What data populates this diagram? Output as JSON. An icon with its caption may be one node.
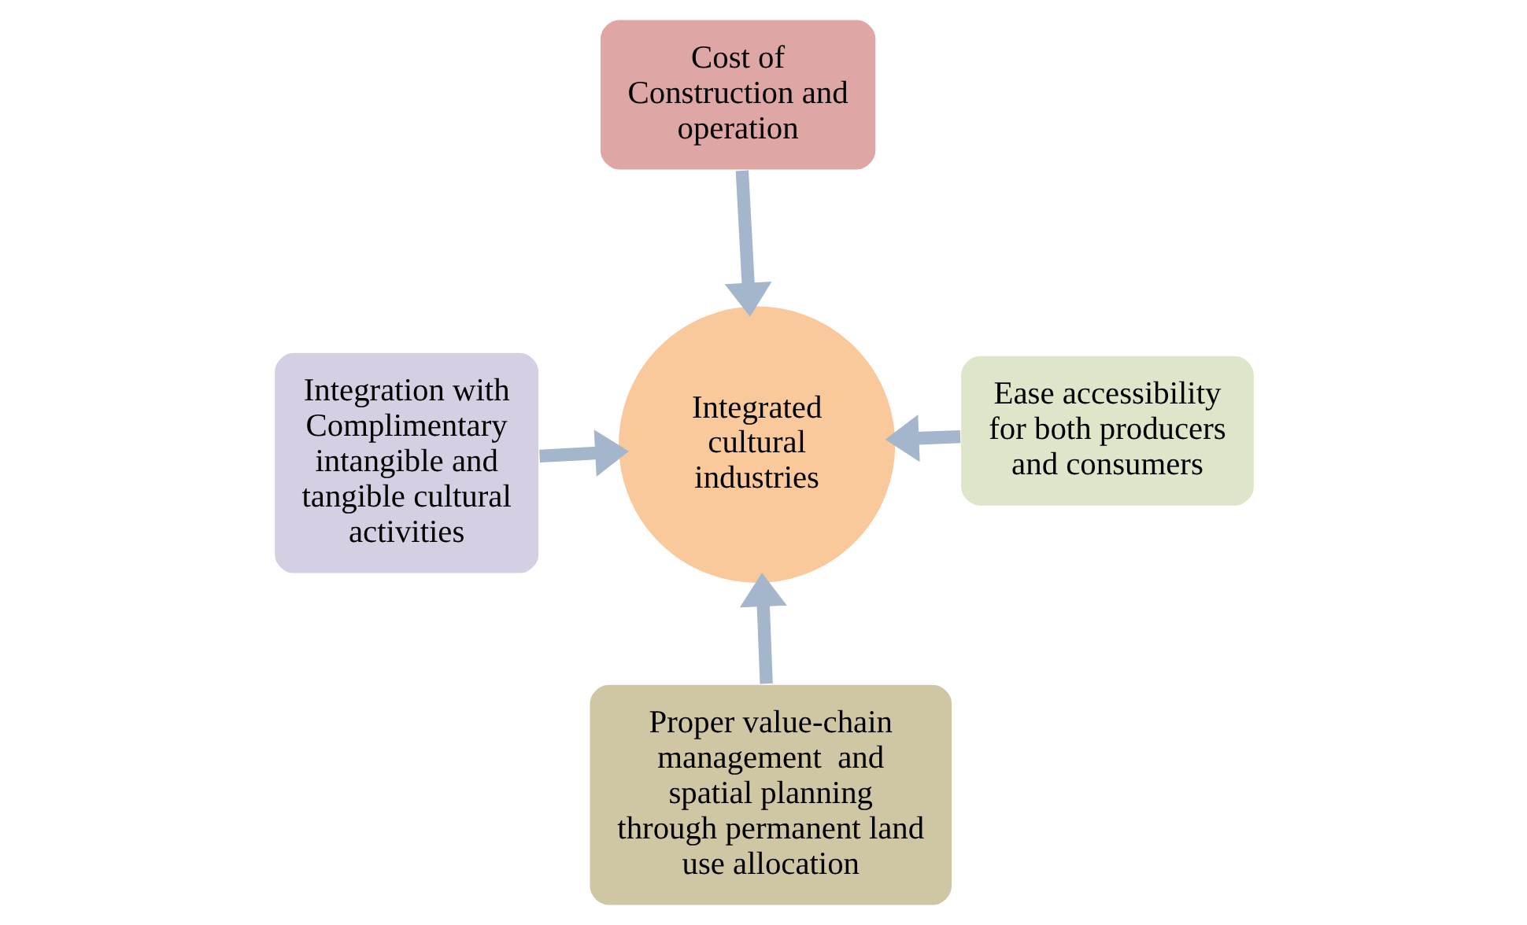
{
  "diagram": {
    "nodes": [
      {
        "text": [
          "Integration with Complimentary intangible and tangible cultural activities"
        ]
      },
      {
        "text": [
          "Ease accessibility for both producers and consumers"
        ]
      },
      {
        "text": [
          "Proper value-chain management  and spatial planning through permanent land use allocation"
        ]
      },
      {
        "text": [
          "Cost of Construction and operation"
        ]
      },
      {
        "text": [
          "Integrated cultural industries"
        ]
      }
    ],
    "edges": [
      {
        "from": 0,
        "to": 4,
        "arrow": "to"
      },
      {
        "from": 1,
        "to": 4,
        "arrow": "to"
      },
      {
        "from": 2,
        "to": 4,
        "arrow": "to"
      },
      {
        "from": 3,
        "to": 4,
        "arrow": "to"
      }
    ]
  }
}
